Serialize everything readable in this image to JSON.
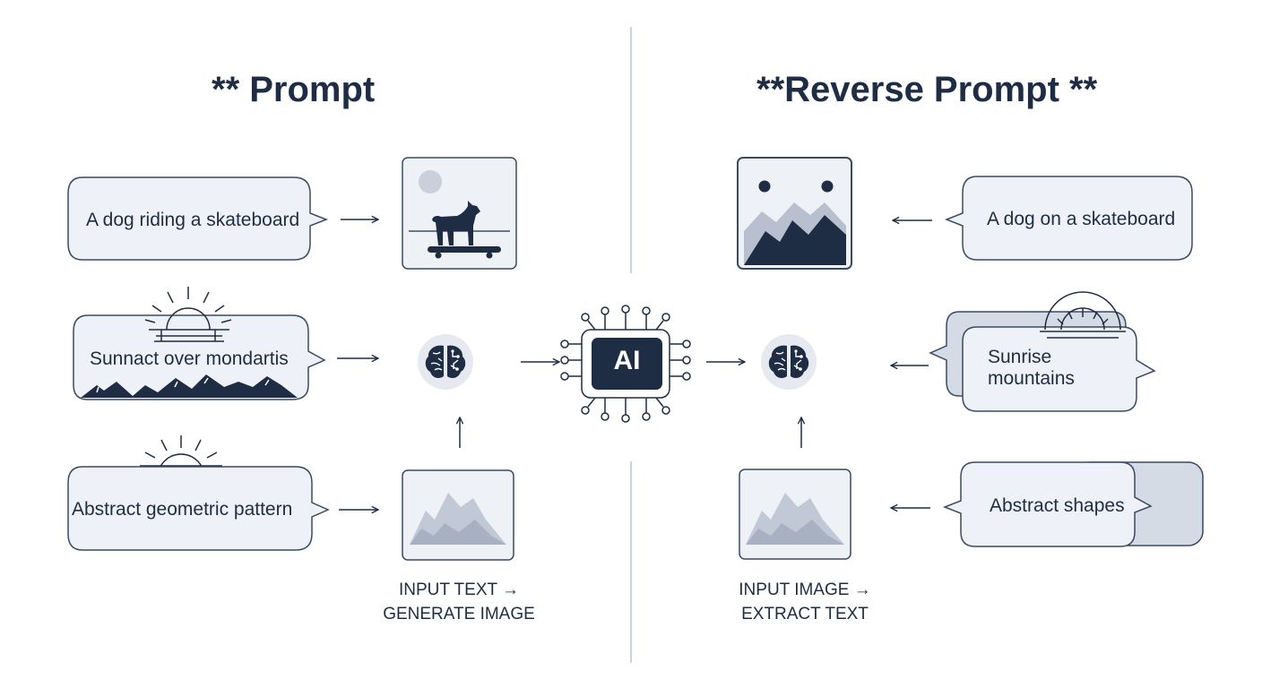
{
  "titles": {
    "left": "** Prompt",
    "right": "**Reverse Prompt **"
  },
  "left_prompts": [
    "A dog riding a skateboard",
    "Sunnact over mondartis",
    "Abstract geometric pattern"
  ],
  "right_prompts": [
    "A dog on a skateboard",
    "Sunrise\nmountains",
    "Abstract shapes"
  ],
  "captions": {
    "left_line1": "INPUT TEXT →",
    "left_line2": "GENERATE IMAGE",
    "right_line1": "INPUT IMAGE →",
    "right_line2": "EXTRACT TEXT"
  },
  "center_chip_label": "AI",
  "icons": [
    "sun-icon",
    "dog-icon",
    "skateboard-icon",
    "brain-icon",
    "chip-icon",
    "mountain-icon",
    "sunrise-icon"
  ],
  "colors": {
    "ink": "#1f2d44",
    "bubble_fill": "#eef2f8",
    "bubble_stroke": "#3a4a63",
    "image_fill": "#eef1f6",
    "mountain_light": "#b8c0cf",
    "circle_fill": "#e6e9ef",
    "divider": "#c5d3e3"
  }
}
